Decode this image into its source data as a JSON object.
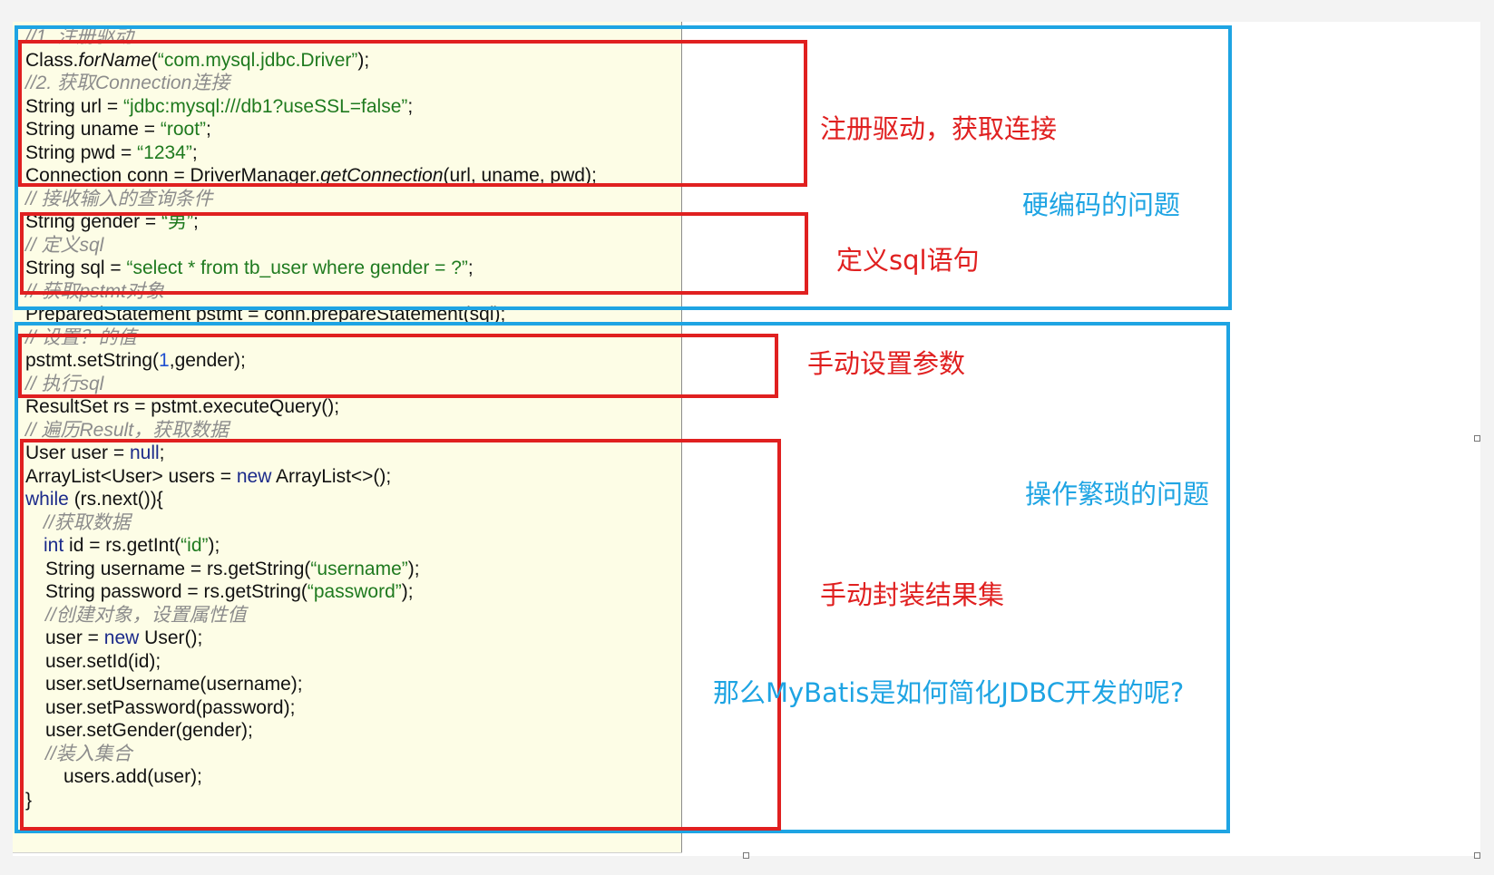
{
  "code": {
    "lines": [
      "//1. 注册驱动",
      "Class.forName(“com.mysql.jdbc.Driver”);",
      "//2. 获取Connection连接",
      "String url = “jdbc:mysql:///db1?useSSL=false”;",
      "String uname = “root”;",
      "String pwd = “1234”;",
      "Connection conn = DriverManager.getConnection(url, uname, pwd);",
      "// 接收输入的查询条件",
      "String gender = “男”;",
      "// 定义sql",
      "String sql = “select * from tb_user where gender = ?”;",
      "// 获取pstmt对象",
      "PreparedStatement pstmt = conn.prepareStatement(sql);",
      "// 设置？的值",
      "pstmt.setString(1,gender);",
      "// 执行sql",
      "ResultSet rs = pstmt.executeQuery();",
      "// 遍历Result，获取数据",
      "User user = null;",
      "ArrayList<User> users = new ArrayList<>();",
      "while (rs.next()){",
      "//获取数据",
      "int id = rs.getInt(“id”);",
      "String username = rs.getString(“username”);",
      "String password = rs.getString(“password”);",
      "//创建对象，设置属性值",
      "user = new User();",
      "user.setId(id);",
      "user.setUsername(username);",
      "user.setPassword(password);",
      "user.setGender(gender);",
      "//装入集合",
      "users.add(user);",
      "}"
    ]
  },
  "annotations": {
    "register_driver": "注册驱动，获取连接",
    "hardcode_problem": "硬编码的问题",
    "define_sql": "定义sql语句",
    "set_params": "手动设置参数",
    "tedious_problem": "操作繁琐的问题",
    "wrap_results": "手动封装结果集",
    "question": "那么MyBatis是如何简化JDBC开发的呢?"
  },
  "colors": {
    "annotation_red": "#e02020",
    "annotation_blue": "#1ea4e3",
    "code_background": "#fdfde6"
  }
}
